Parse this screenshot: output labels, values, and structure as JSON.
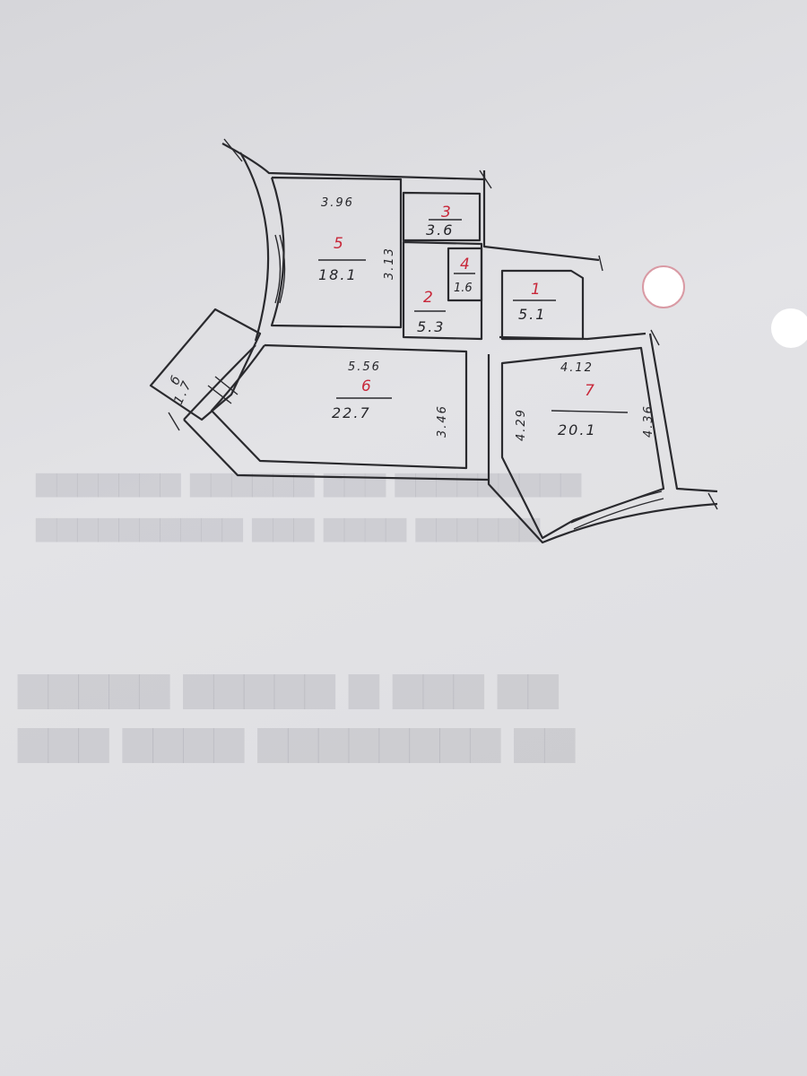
{
  "plan": {
    "rooms": [
      {
        "number": "1",
        "area": "5.1"
      },
      {
        "number": "2",
        "area": "5.3"
      },
      {
        "number": "3",
        "area": "3.6"
      },
      {
        "number": "4",
        "area": "1.6"
      },
      {
        "number": "5",
        "area": "18.1"
      },
      {
        "number": "6",
        "area": "22.7"
      },
      {
        "number": "7",
        "area": "20.1"
      },
      {
        "number": "б",
        "area": "1.7"
      }
    ],
    "dimensions": {
      "room5_width": "3.96",
      "room5_depth": "3.13",
      "room6_width": "5.56",
      "room6_depth": "3.46",
      "room7_width": "4.12",
      "room7_left": "4.29",
      "room7_right": "4.36"
    }
  },
  "colors": {
    "room_number": "#c8283a",
    "ink": "#26262a",
    "paper": "#dcdcdf"
  }
}
